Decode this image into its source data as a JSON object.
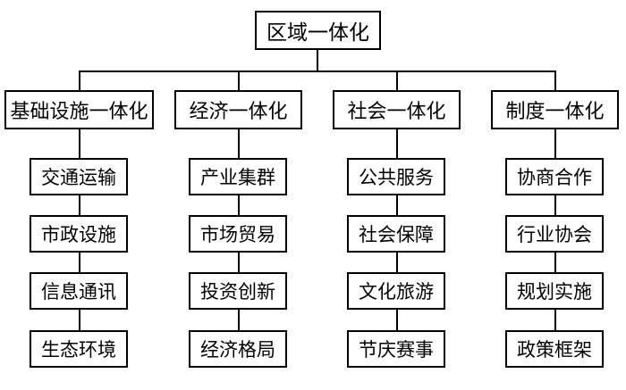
{
  "diagram": {
    "type": "tree",
    "title": "区域一体化",
    "root": {
      "label": "区域一体化"
    },
    "branches": [
      {
        "label": "基础设施一体化",
        "children": [
          {
            "label": "交通运输"
          },
          {
            "label": "市政设施"
          },
          {
            "label": "信息通讯"
          },
          {
            "label": "生态环境"
          }
        ]
      },
      {
        "label": "经济一体化",
        "children": [
          {
            "label": "产业集群"
          },
          {
            "label": "市场贸易"
          },
          {
            "label": "投资创新"
          },
          {
            "label": "经济格局"
          }
        ]
      },
      {
        "label": "社会一体化",
        "children": [
          {
            "label": "公共服务"
          },
          {
            "label": "社会保障"
          },
          {
            "label": "文化旅游"
          },
          {
            "label": "节庆赛事"
          }
        ]
      },
      {
        "label": "制度一体化",
        "children": [
          {
            "label": "协商合作"
          },
          {
            "label": "行业协会"
          },
          {
            "label": "规划实施"
          },
          {
            "label": "政策框架"
          }
        ]
      }
    ],
    "colors": {
      "border": "#000000",
      "background": "#ffffff",
      "text": "#000000"
    }
  }
}
